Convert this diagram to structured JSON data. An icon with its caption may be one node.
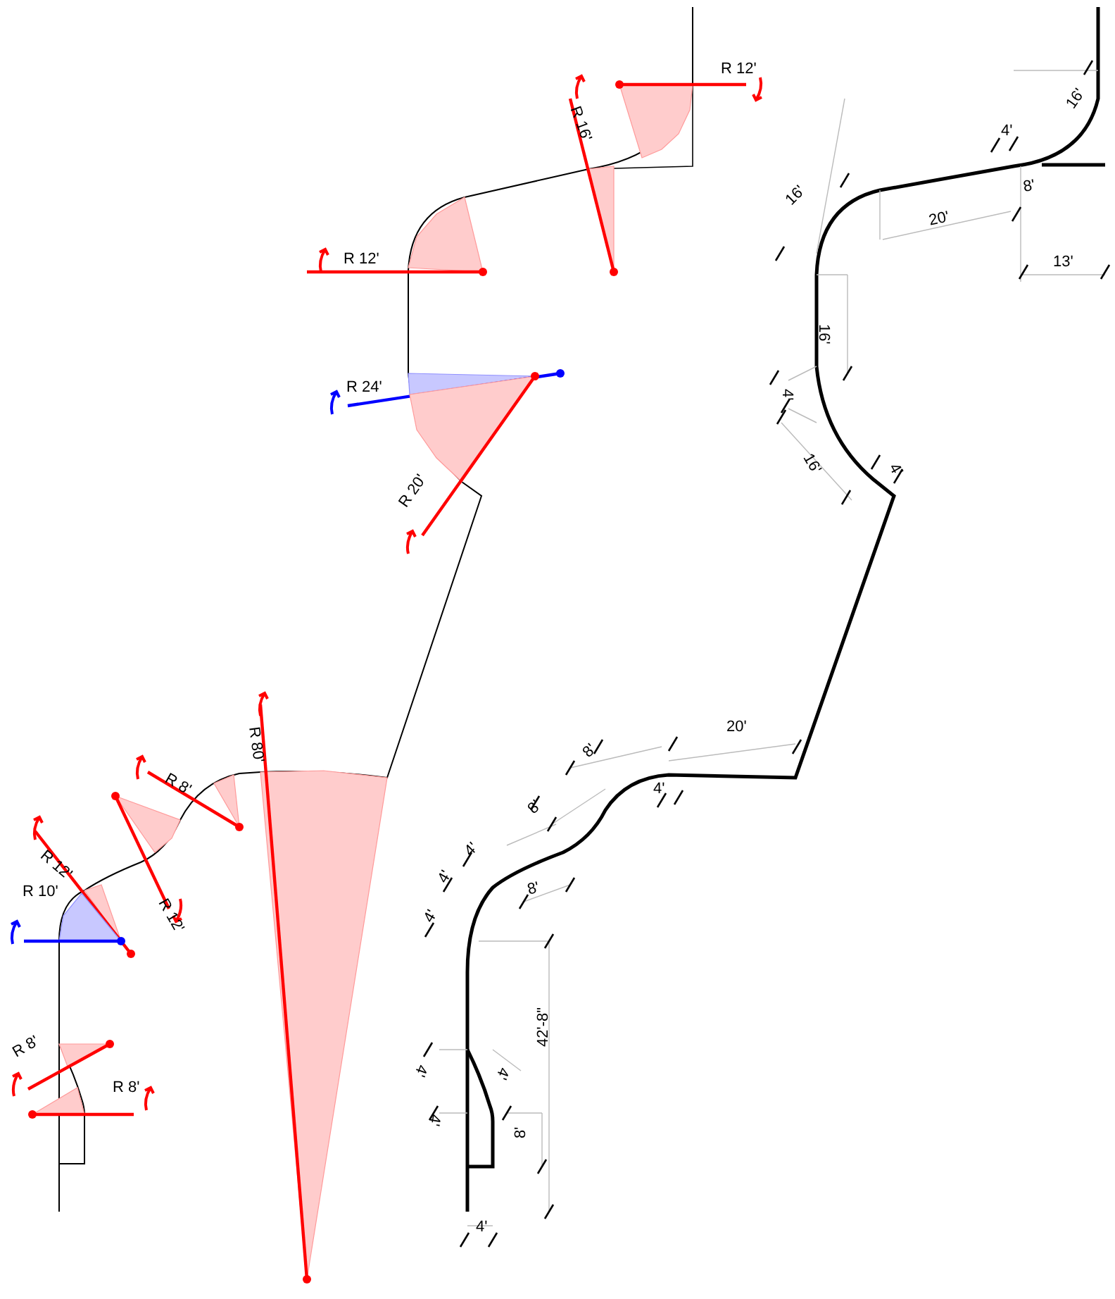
{
  "diagram": {
    "labels": [
      "R 12'",
      "R 16'",
      "R 12'",
      "R 24'",
      "R 20'",
      "R 80'",
      "R 8'",
      "R 12'",
      "R 12'",
      "R 10'",
      "R 8'",
      "R 8'",
      "16'",
      "4'",
      "8'",
      "16'",
      "20'",
      "13'",
      "16'",
      "4'",
      "16'",
      "4'",
      "20'",
      "8'",
      "4'",
      "8'",
      "4'",
      "4'",
      "8'",
      "4'",
      "42'-8\"",
      "4'",
      "4'",
      "4'",
      "8'",
      "4'"
    ]
  }
}
